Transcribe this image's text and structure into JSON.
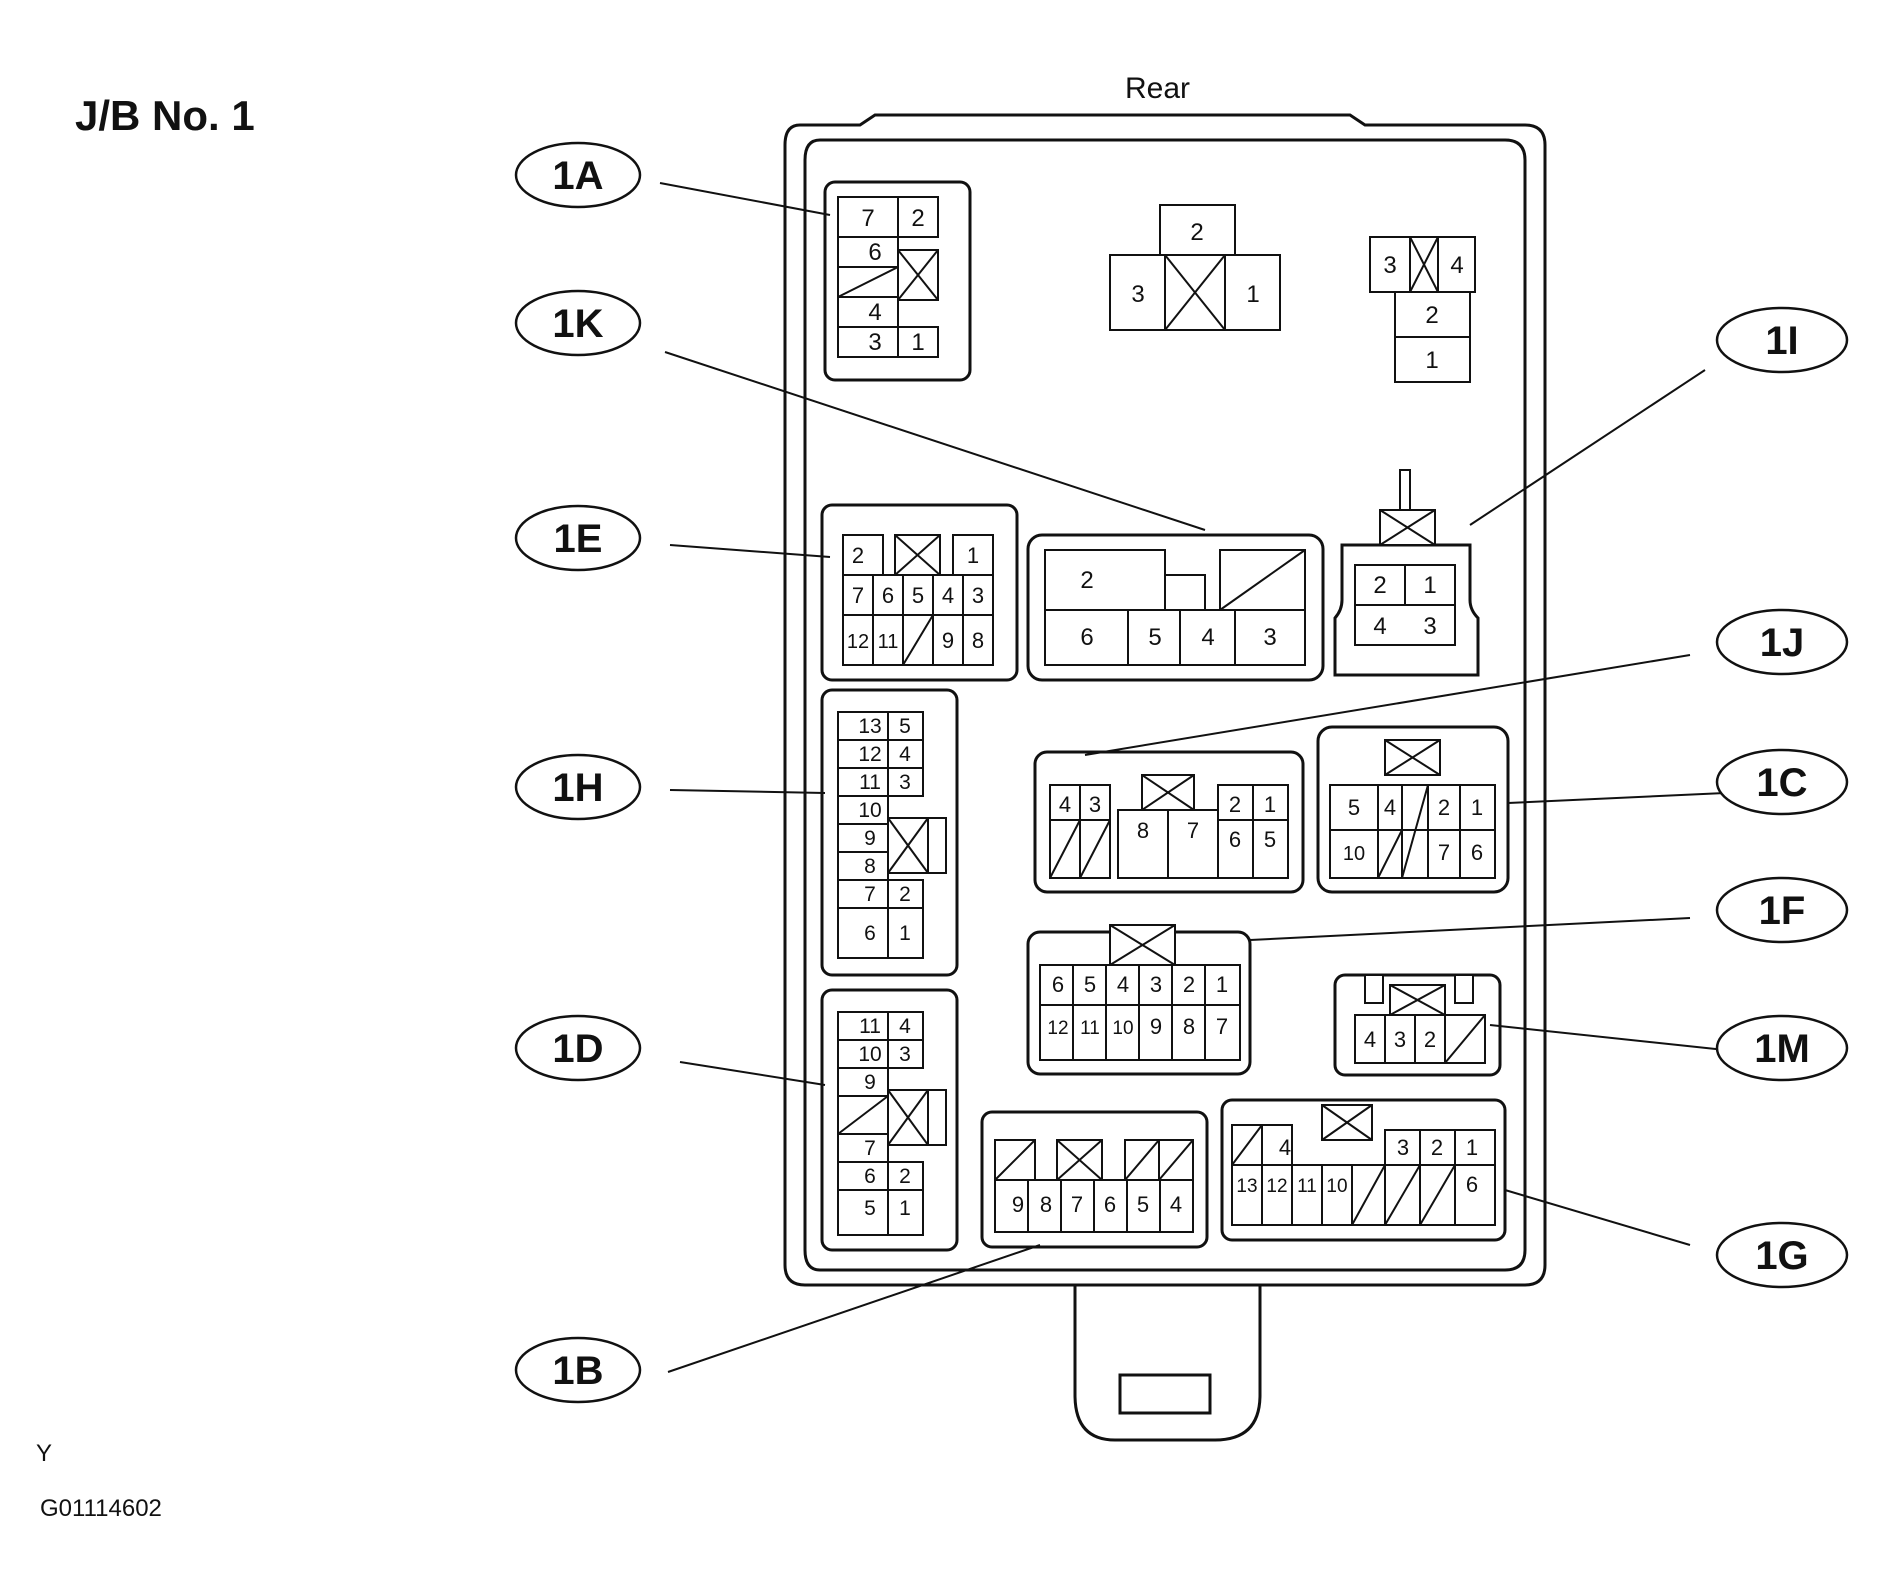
{
  "diagram": {
    "title": "J/B No. 1",
    "orientation": "Rear",
    "footer_letter": "Y",
    "figure_code": "G01114602",
    "connectors": {
      "1A": {
        "label": "1A",
        "pins": [
          "7",
          "2",
          "6",
          "4",
          "3",
          "1"
        ]
      },
      "1K": {
        "label": "1K",
        "pins": [
          "2",
          "6",
          "5",
          "4",
          "3"
        ]
      },
      "1E": {
        "label": "1E",
        "pins": [
          "2",
          "1",
          "7",
          "6",
          "5",
          "4",
          "3",
          "12",
          "11",
          "9",
          "8"
        ]
      },
      "1I": {
        "label": "1I",
        "pins": [
          "2",
          "1",
          "4",
          "3"
        ]
      },
      "1J": {
        "label": "1J",
        "pins": [
          "4",
          "3",
          "2",
          "1",
          "8",
          "7",
          "6",
          "5"
        ]
      },
      "1C": {
        "label": "1C",
        "pins": [
          "5",
          "4",
          "2",
          "1",
          "10",
          "7",
          "6"
        ]
      },
      "1H": {
        "label": "1H",
        "pins": [
          "13",
          "5",
          "12",
          "4",
          "11",
          "3",
          "10",
          "9",
          "8",
          "7",
          "2",
          "6",
          "1"
        ]
      },
      "1F": {
        "label": "1F",
        "pins": [
          "6",
          "5",
          "4",
          "3",
          "2",
          "1",
          "12",
          "11",
          "10",
          "9",
          "8",
          "7"
        ]
      },
      "1M": {
        "label": "1M",
        "pins": [
          "4",
          "3",
          "2"
        ]
      },
      "1D": {
        "label": "1D",
        "pins": [
          "11",
          "4",
          "10",
          "3",
          "9",
          "7",
          "2",
          "6",
          "5",
          "1"
        ]
      },
      "1G": {
        "label": "1G",
        "pins": [
          "4",
          "3",
          "2",
          "1",
          "13",
          "12",
          "11",
          "10",
          "6"
        ]
      },
      "1B": {
        "label": "1B",
        "pins": [
          "9",
          "8",
          "7",
          "6",
          "5",
          "4"
        ]
      }
    },
    "unlabeled_relays": {
      "top_center": {
        "pins": [
          "2",
          "3",
          "1"
        ]
      },
      "top_right": {
        "pins": [
          "3",
          "4",
          "2",
          "1"
        ]
      }
    }
  }
}
